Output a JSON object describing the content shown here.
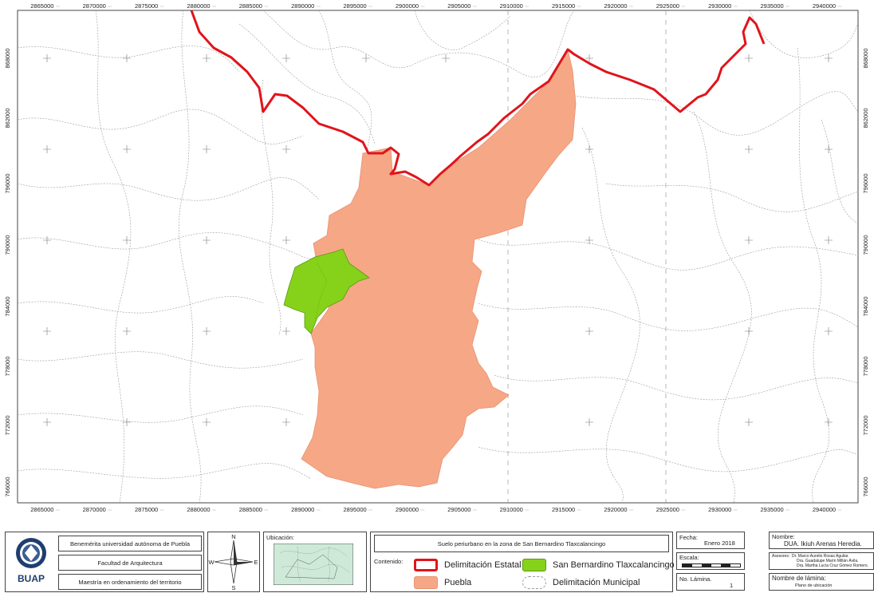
{
  "map": {
    "top_ticks": [
      "2865000",
      "2870000",
      "2875000",
      "2880000",
      "2885000",
      "2890000",
      "2895000",
      "2900000",
      "2905000",
      "2910000",
      "2915000",
      "2920000",
      "2925000",
      "2930000",
      "2935000",
      "2940000"
    ],
    "bottom_ticks": [
      "2865000",
      "2870000",
      "2875000",
      "2880000",
      "2885000",
      "2890000",
      "2895000",
      "2900000",
      "2905000",
      "2910000",
      "2915000",
      "2920000",
      "2925000",
      "2930000",
      "2935000",
      "2940000"
    ],
    "left_ticks": [
      "868000",
      "862000",
      "796000",
      "790000",
      "784000",
      "778000",
      "772000",
      "766000"
    ],
    "right_ticks": [
      "868000",
      "862000",
      "796000",
      "790000",
      "784000",
      "778000",
      "772000",
      "766000"
    ],
    "colors": {
      "estatal": "#e0141b",
      "puebla": "#f6a785",
      "san_bernardino": "#86d21a",
      "municipal": "#9a9a9a"
    }
  },
  "legend_strip": {
    "institution": {
      "logo_text": "BUAP",
      "university": "Benemérita universidad autónoma de Puebla",
      "faculty": "Facultad de Arquitectura",
      "program": "Maestría en ordenamiento del territorio"
    },
    "north_arrow": {
      "n": "N",
      "s": "S",
      "e": "E",
      "w": "W"
    },
    "location": {
      "label": "Ubicación:"
    },
    "title": "Suelo periurbano en la zona de San Bernardino Tlaxcalancingo",
    "contents": {
      "label": "Contenido:",
      "items": [
        {
          "label": "Delimitación Estatal"
        },
        {
          "label": "San Bernardino Tlaxcalancingo"
        },
        {
          "label": "Puebla"
        },
        {
          "label": "Delimitación Municipal"
        }
      ]
    },
    "info": {
      "fecha_label": "Fecha:",
      "fecha_value": "Enero 2018",
      "escala_label": "Escala:",
      "lamina_label": "No. Lámina.",
      "lamina_value": "1"
    },
    "credits": {
      "nombre_label": "Nombre:",
      "nombre_value": "DUA. Ikiuh Arenas Heredia.",
      "asesores_label": "Asesores:",
      "asesor_1": "Dr. Marco Aurelio Rosas Aguilar.",
      "asesor_2": "Dra. Guadalupe Marín Millán Ávila.",
      "asesor_3": "Dra. Martha Lucía Cruz Gómez Romero.",
      "lamina_name_label": "Nombre de lámina:",
      "lamina_name_value": "Plano de ubicación"
    }
  }
}
